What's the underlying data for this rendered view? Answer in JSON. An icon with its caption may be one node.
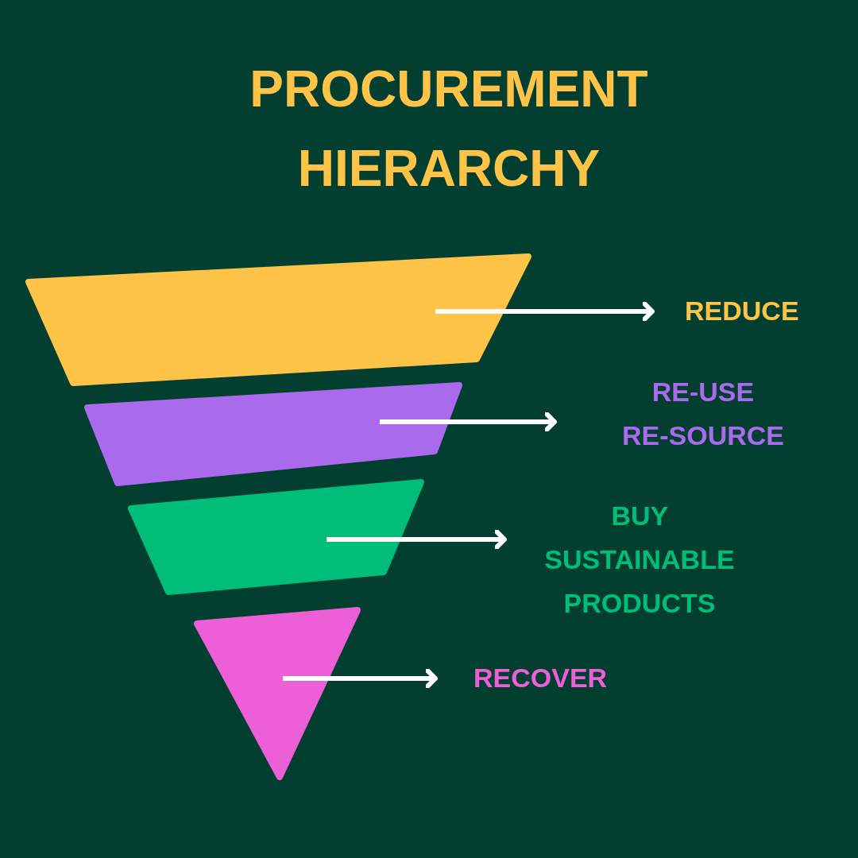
{
  "diagram": {
    "title": "PROCUREMENT HIERARCHY",
    "nodes": [
      {
        "text": [],
        "shape": "band"
      },
      {
        "text": [
          "REDUCE"
        ]
      },
      {
        "text": [],
        "shape": "band"
      },
      {
        "text": [
          "RE-USE RE-SOURCE"
        ]
      },
      {
        "text": [],
        "shape": "band"
      },
      {
        "text": [
          "BUY SUSTAINABLE PRODUCTS"
        ]
      },
      {
        "text": [],
        "shape": "triangle"
      },
      {
        "text": [
          "RECOVER"
        ]
      }
    ],
    "edges": [
      {
        "from": 0,
        "to": 1,
        "arrow": "to"
      },
      {
        "from": 2,
        "to": 3,
        "arrow": "to"
      },
      {
        "from": 4,
        "to": 5,
        "arrow": "to"
      },
      {
        "from": 6,
        "to": 7,
        "arrow": "to"
      }
    ]
  }
}
